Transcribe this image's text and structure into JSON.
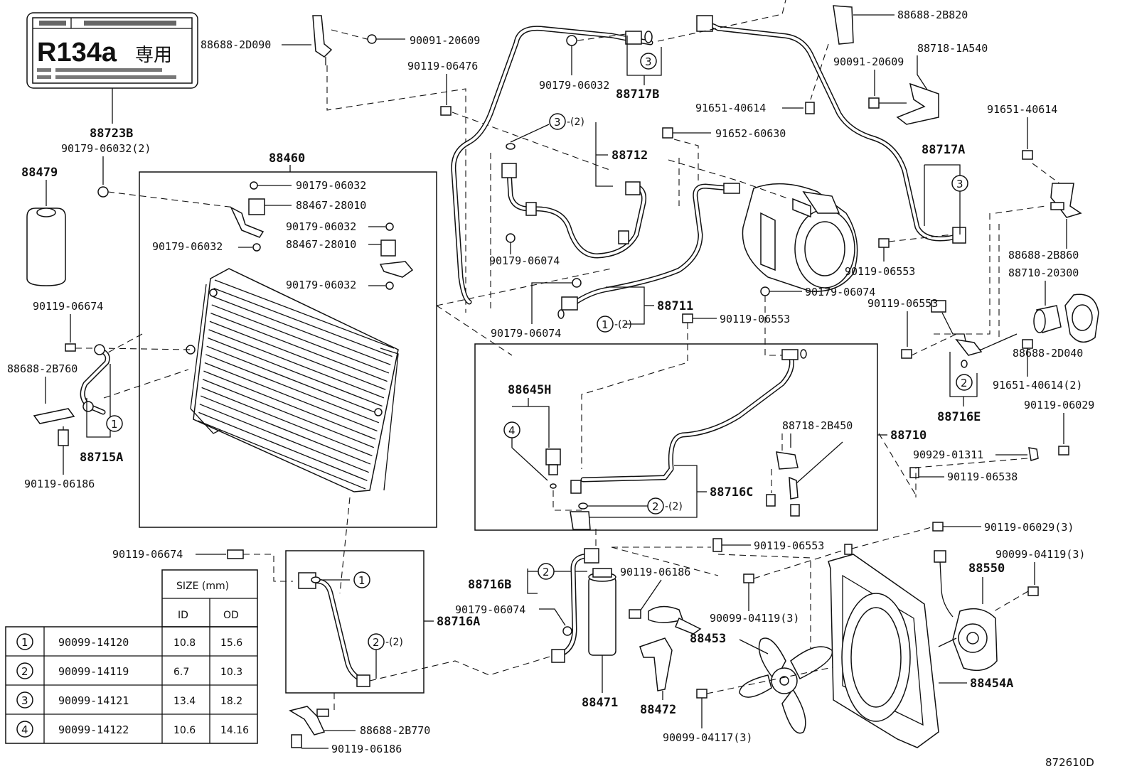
{
  "diagram_code": "872610D",
  "label_sticker": {
    "main": "R134a",
    "kanji": "専用",
    "part_no": "88723B"
  },
  "parts": {
    "p88479": "88479",
    "p90179_06032_2": "90179-06032(2)",
    "p88460": "88460",
    "p90179_06032_a": "90179-06032",
    "p88467_28010_a": "88467-28010",
    "p90179_06032_b": "90179-06032",
    "p90179_06032_c": "90179-06032",
    "p88467_28010_b": "88467-28010",
    "p90179_06032_d": "90179-06032",
    "p90119_06674_a": "90119-06674",
    "p88688_2B760": "88688-2B760",
    "p88715A": "88715A",
    "p90119_06186_a": "90119-06186",
    "p88688_2D090": "88688-2D090",
    "p90091_20609_a": "90091-20609",
    "p90119_06476": "90119-06476",
    "p90179_06032_e": "90179-06032",
    "p88717B": "88717B",
    "p88712": "88712",
    "p90179_06074_a": "90179-06074",
    "p88711": "88711",
    "p90179_06074_b": "90179-06074",
    "p91652_60630": "91652-60630",
    "p91651_40614_a": "91651-40614",
    "p88688_2B820": "88688-2B820",
    "p88718_1A540": "88718-1A540",
    "p90091_20609_b": "90091-20609",
    "p88717A": "88717A",
    "p91651_40614_b": "91651-40614",
    "p90119_06553_a": "90119-06553",
    "p88688_2B860": "88688-2B860",
    "p88710_20300": "88710-20300",
    "p90179_06074_c": "90179-06074",
    "p90119_06553_b": "90119-06553",
    "p90119_06553_c": "90119-06553",
    "p88688_2D040": "88688-2D040",
    "p91651_40614_2": "91651-40614(2)",
    "p88716E": "88716E",
    "p90119_06029_a": "90119-06029",
    "p90929_01311": "90929-01311",
    "p90119_06538": "90119-06538",
    "p88645H": "88645H",
    "p88718_2B450": "88718-2B450",
    "p88710": "88710",
    "p88716C": "88716C",
    "p90119_06674_b": "90119-06674",
    "p88716A": "88716A",
    "p88688_2B770": "88688-2B770",
    "p90119_06186_b": "90119-06186",
    "p88716B": "88716B",
    "p90179_06074_d": "90179-06074",
    "p90119_06186_c": "90119-06186",
    "p88471": "88471",
    "p88472": "88472",
    "p90119_06553_d": "90119-06553",
    "p90099_04119_3a": "90099-04119(3)",
    "p88453": "88453",
    "p90099_04117_3": "90099-04117(3)",
    "p90119_06029_3": "90119-06029(3)",
    "p90099_04119_3b": "90099-04119(3)",
    "p88550": "88550",
    "p88454A": "88454A"
  },
  "callouts": {
    "c1": "1",
    "c2": "2",
    "c3": "3",
    "c4": "4",
    "qty2": "-(2)"
  },
  "size_table": {
    "title": "SIZE (mm)",
    "col_id": "ID",
    "col_od": "OD",
    "rows": [
      {
        "mark": "1",
        "part": "90099-14120",
        "id": "10.8",
        "od": "15.6"
      },
      {
        "mark": "2",
        "part": "90099-14119",
        "id": "6.7",
        "od": "10.3"
      },
      {
        "mark": "3",
        "part": "90099-14121",
        "id": "13.4",
        "od": "18.2"
      },
      {
        "mark": "4",
        "part": "90099-14122",
        "id": "10.6",
        "od": "14.16"
      }
    ]
  }
}
